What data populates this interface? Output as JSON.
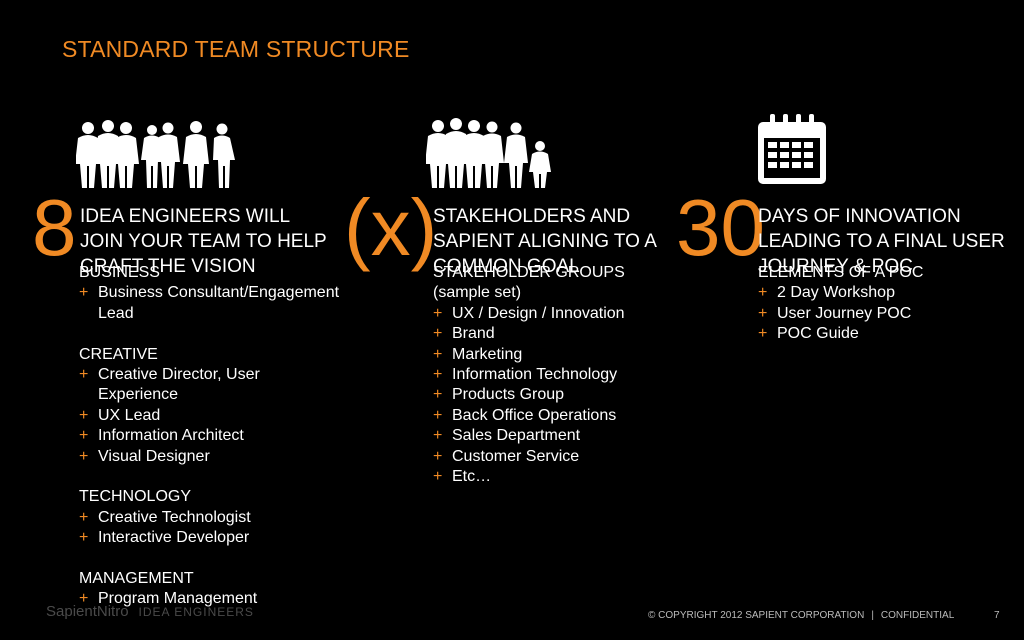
{
  "title": "STANDARD TEAM STRUCTURE",
  "columns": [
    {
      "big": "8",
      "heading": "IDEA ENGINEERS WILL JOIN YOUR TEAM TO HELP CRAFT THE VISION",
      "groups": [
        {
          "label": "BUSINESS",
          "items": [
            "Business Consultant/Engagement Lead"
          ]
        },
        {
          "label": "CREATIVE",
          "items": [
            "Creative Director, User Experience",
            "UX Lead",
            "Information Architect",
            "Visual Designer"
          ]
        },
        {
          "label": "TECHNOLOGY",
          "items": [
            "Creative Technologist",
            "Interactive Developer"
          ]
        },
        {
          "label": "MANAGEMENT",
          "items": [
            "Program Management"
          ]
        }
      ]
    },
    {
      "big": "(x)",
      "heading": "STAKEHOLDERS AND SAPIENT ALIGNING TO A COMMON GOAL",
      "groups": [
        {
          "label": "STAKEHOLDER GROUPS",
          "sublabel": "(sample set)",
          "items": [
            "UX / Design / Innovation",
            "Brand",
            "Marketing",
            "Information Technology",
            "Products Group",
            "Back Office Operations",
            "Sales Department",
            "Customer Service",
            "Etc…"
          ]
        }
      ]
    },
    {
      "big": "30",
      "heading": "DAYS OF INNOVATION LEADING TO A FINAL USER JOURNEY & POC",
      "groups": [
        {
          "label": "ELEMENTS OF A POC",
          "items": [
            "2 Day Workshop",
            "User Journey POC",
            "POC Guide"
          ]
        }
      ]
    }
  ],
  "plus_glyph": "+",
  "footer": {
    "copyright": "© COPYRIGHT 2012 SAPIENT CORPORATION",
    "separator": "|",
    "confidential": "CONFIDENTIAL",
    "page": "7"
  },
  "logo": {
    "name": "SapientNitro",
    "sub": "IDEA ENGINEERS"
  },
  "colors": {
    "accent": "#f08a24",
    "background": "#000000"
  },
  "icons": [
    "team-silhouettes-icon",
    "stakeholder-silhouettes-icon",
    "calendar-icon"
  ]
}
